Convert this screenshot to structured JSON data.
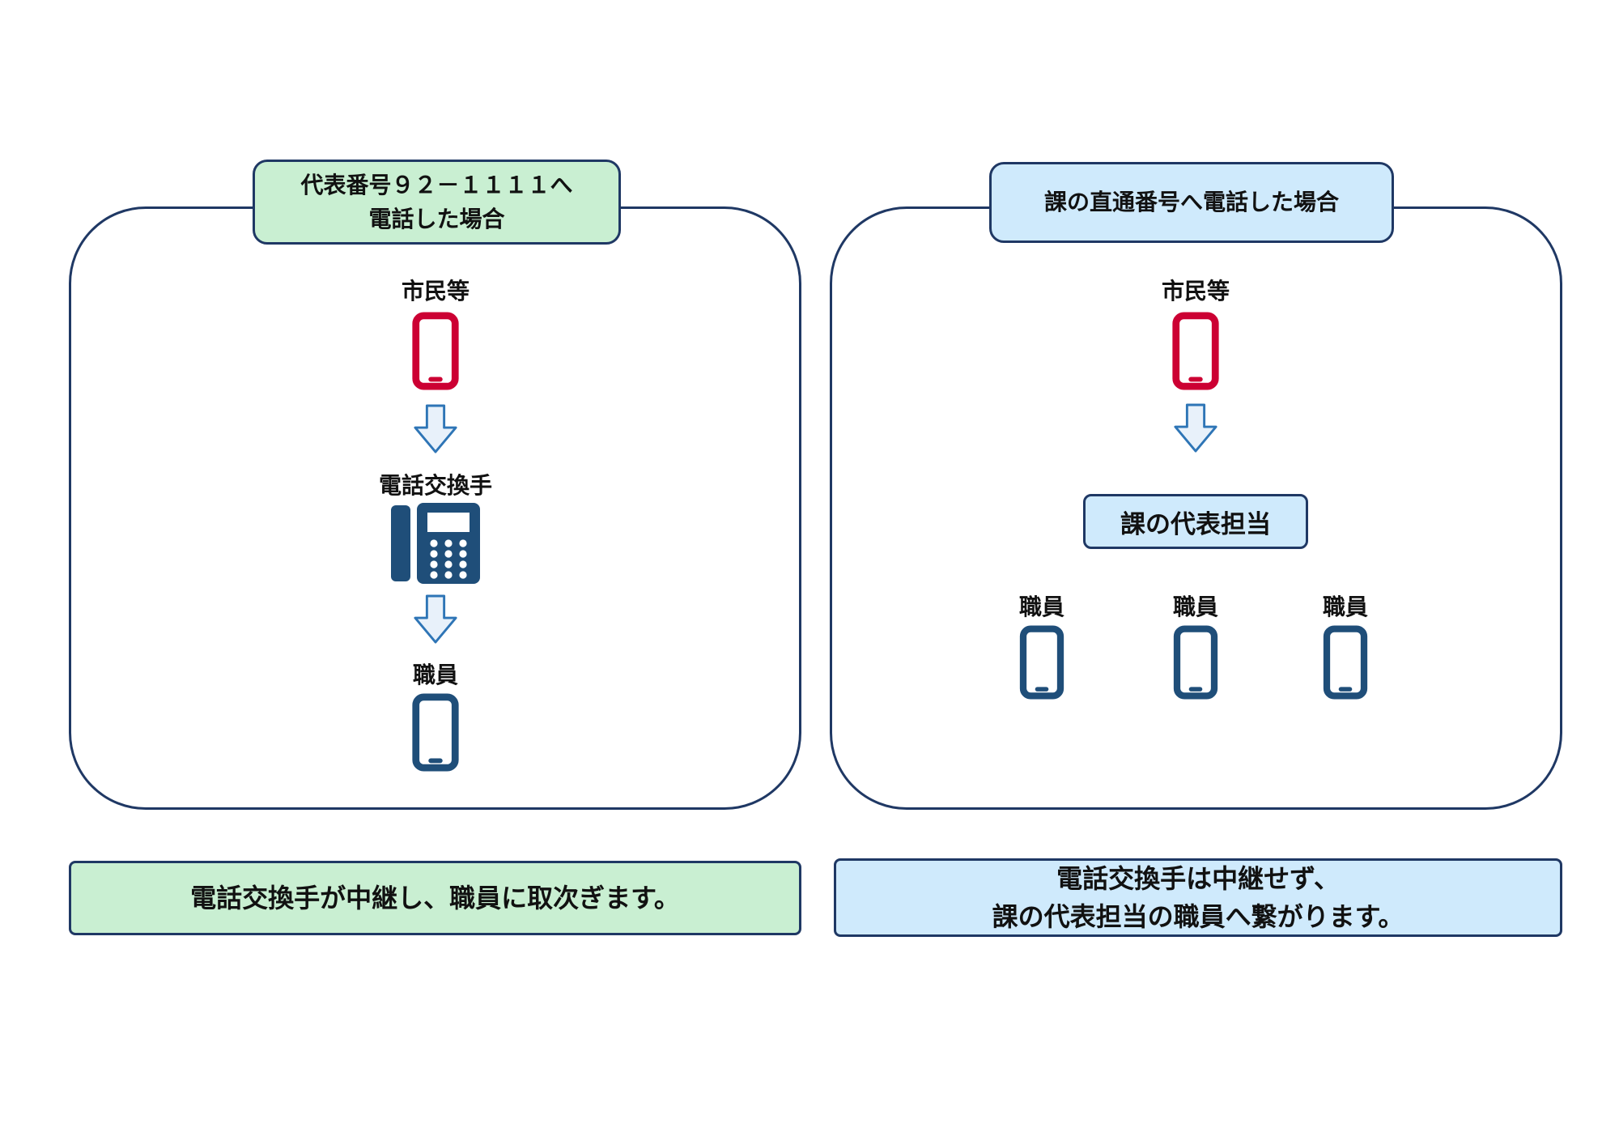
{
  "left": {
    "title_line1": "代表番号９２－１１１１へ",
    "title_line2": "電話した場合",
    "caller_label": "市民等",
    "operator_label": "電話交換手",
    "staff_label": "職員",
    "caption": "電話交換手が中継し、職員に取次ぎます。"
  },
  "right": {
    "title": "課の直通番号へ電話した場合",
    "caller_label": "市民等",
    "rep_label": "課の代表担当",
    "staff_labels": [
      "職員",
      "職員",
      "職員"
    ],
    "caption_line1": "電話交換手は中継せず、",
    "caption_line2": "課の代表担当の職員へ繋がります。"
  },
  "colors": {
    "green": "#c9efd2",
    "light_blue": "#cfeafc",
    "navy": "#1f3864",
    "red_phone": "#cc0033",
    "blue_phone": "#1f4e79",
    "arrow_fill": "#e8f1fa",
    "arrow_stroke": "#2e75b6"
  }
}
